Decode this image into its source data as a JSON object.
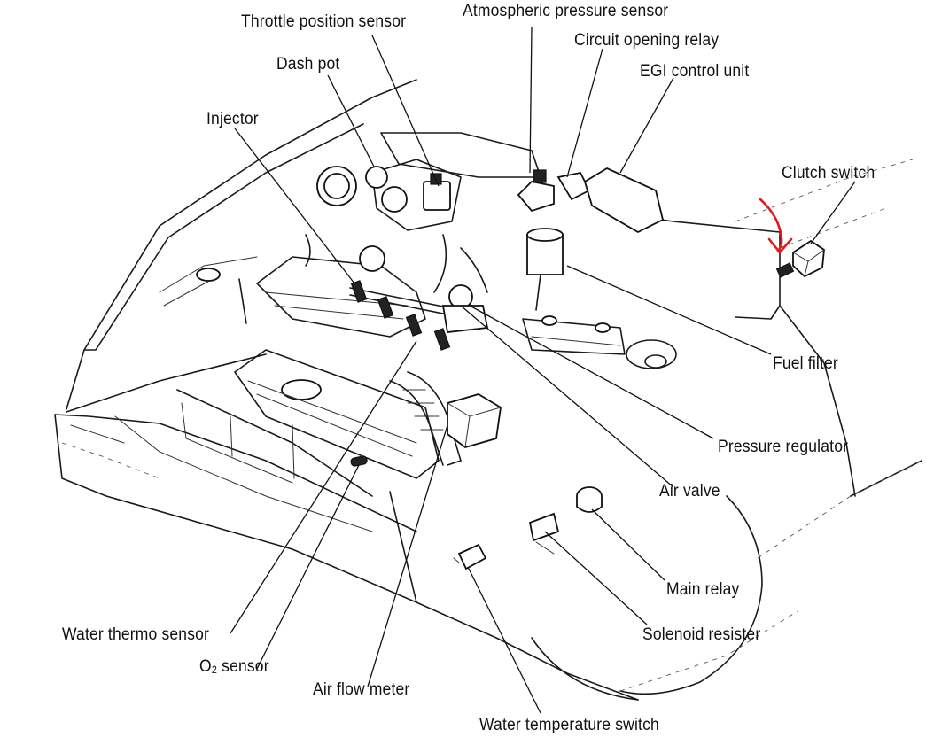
{
  "diagram": {
    "labels": {
      "throttle_position_sensor": "Throttle position sensor",
      "atmospheric_pressure_sensor": "Atmospheric pressure sensor",
      "circuit_opening_relay": "Circuit opening relay",
      "egi_control_unit": "EGI control unit",
      "dash_pot": "Dash pot",
      "injector": "Injector",
      "clutch_switch": "Clutch switch",
      "fuel_filter": "Fuel filter",
      "pressure_regulator": "Pressure regulator",
      "air_valve": "Air valve",
      "main_relay": "Main relay",
      "solenoid_resister": "Solenoid resister",
      "water_thermo_sensor": "Water thermo sensor",
      "o2_sensor_main": "O",
      "o2_sensor_sub": "2",
      "o2_sensor_rest": " sensor",
      "air_flow_meter": "Air flow meter",
      "water_temperature_switch": "Water temperature switch"
    },
    "annotation_color": "#e01b1b"
  }
}
